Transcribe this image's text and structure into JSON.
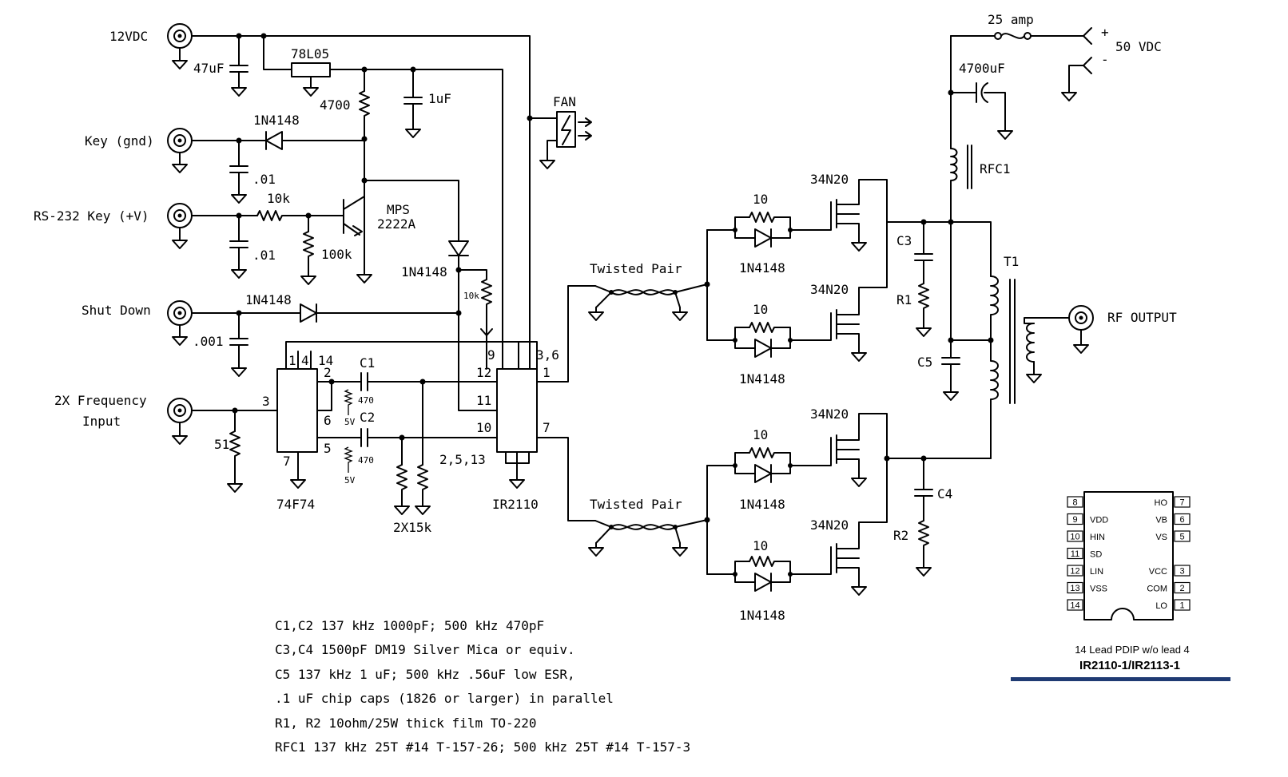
{
  "inputs": {
    "v12": "12VDC",
    "key": "Key (gnd)",
    "rs232": "RS-232 Key (+V)",
    "shutdown": "Shut Down",
    "freq_line1": "2X Frequency",
    "freq_line2": "Input"
  },
  "components": {
    "reg": "78L05",
    "c47": "47uF",
    "c1u": "1uF",
    "r4700": "4700",
    "d1": "1N4148",
    "d2": "1N4148",
    "d3": "1N4148",
    "c01a": ".01",
    "c01b": ".01",
    "c001": ".001",
    "r10k": "10k",
    "r100k": "100k",
    "r10k_small": "10k",
    "q1_line1": "MPS",
    "q1_line2": "2222A",
    "fan": "FAN",
    "r51": "51",
    "ff": "74F74",
    "drv": "IR2110",
    "r2x15k": "2X15k",
    "pins_2513": "2,5,13",
    "c1": "C1",
    "c2": "C2",
    "c470a": "470",
    "c470b": "470",
    "v5a": "5V",
    "v5b": "5V",
    "tp1": "Twisted Pair",
    "tp2": "Twisted Pair",
    "fet": "34N20",
    "rg": "10",
    "dg": "1N4148",
    "fuse": "25 amp",
    "supply": "50 VDC",
    "plus": "+",
    "minus": "-",
    "c4700": "4700uF",
    "rfc1": "RFC1",
    "c3": "C3",
    "c4": "C4",
    "c5": "C5",
    "r1": "R1",
    "r2": "R2",
    "t1": "T1",
    "rfout": "RF OUTPUT"
  },
  "pins": {
    "ff": {
      "p1": "1",
      "p4": "4",
      "p14": "14",
      "p2": "2",
      "p3": "3",
      "p6": "6",
      "p5": "5",
      "p7": "7"
    },
    "drv": {
      "p9": "9",
      "p36": "3,6",
      "p12": "12",
      "p1": "1",
      "p11": "11",
      "p10": "10",
      "p7": "7"
    }
  },
  "notes": [
    "C1,C2 137 kHz 1000pF; 500 kHz 470pF",
    "C3,C4 1500pF DM19 Silver Mica or equiv.",
    "C5 137 kHz 1 uF; 500 kHz .56uF  low ESR,",
    ".1 uF chip caps (1826 or larger) in parallel",
    "R1, R2 10ohm/25W thick film TO-220",
    "RFC1 137 kHz 25T #14 T-157-26; 500 kHz 25T #14 T-157-3"
  ],
  "pinout": {
    "left": [
      {
        "num": "8",
        "name": ""
      },
      {
        "num": "9",
        "name": "VDD"
      },
      {
        "num": "10",
        "name": "HIN"
      },
      {
        "num": "11",
        "name": "SD"
      },
      {
        "num": "12",
        "name": "LIN"
      },
      {
        "num": "13",
        "name": "VSS"
      },
      {
        "num": "14",
        "name": ""
      }
    ],
    "right": [
      {
        "num": "7",
        "name": "HO"
      },
      {
        "num": "6",
        "name": "VB"
      },
      {
        "num": "5",
        "name": "VS"
      },
      {
        "num": "",
        "name": ""
      },
      {
        "num": "3",
        "name": "VCC"
      },
      {
        "num": "2",
        "name": "COM"
      },
      {
        "num": "1",
        "name": "LO"
      }
    ],
    "caption1": "14 Lead PDIP w/o lead 4",
    "caption2": "IR2110-1/IR2113-1",
    "underline_color": "#1f3b73"
  }
}
